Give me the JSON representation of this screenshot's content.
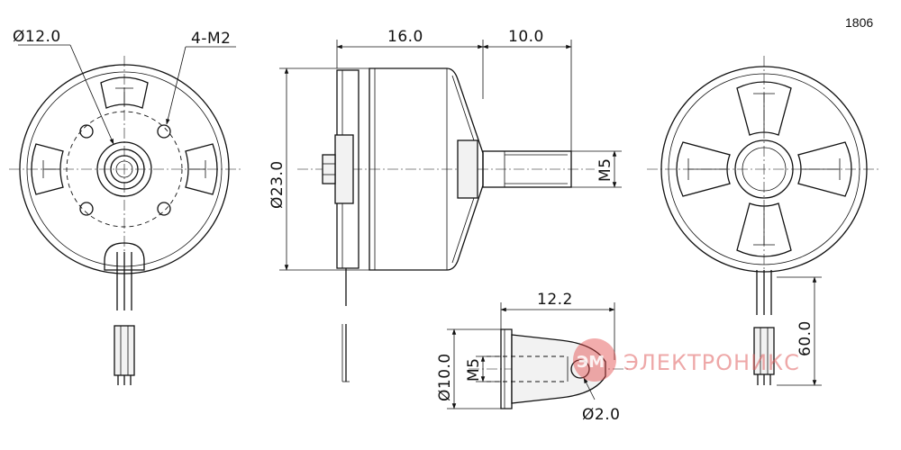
{
  "model": "1806",
  "dimensions": {
    "front_diameter": "Ø12.0",
    "front_screws": "4-M2",
    "body_length": "16.0",
    "shaft_length": "10.0",
    "body_diameter": "Ø23.0",
    "shaft_thread": "M5",
    "adapter_length": "12.2",
    "adapter_diameter": "Ø10.0",
    "adapter_thread": "M5",
    "adapter_hole": "Ø2.0",
    "wire_length": "60.0"
  },
  "watermark": {
    "logo": "ЭМ",
    "text": "ЭЛЕКТРОНИКС"
  }
}
